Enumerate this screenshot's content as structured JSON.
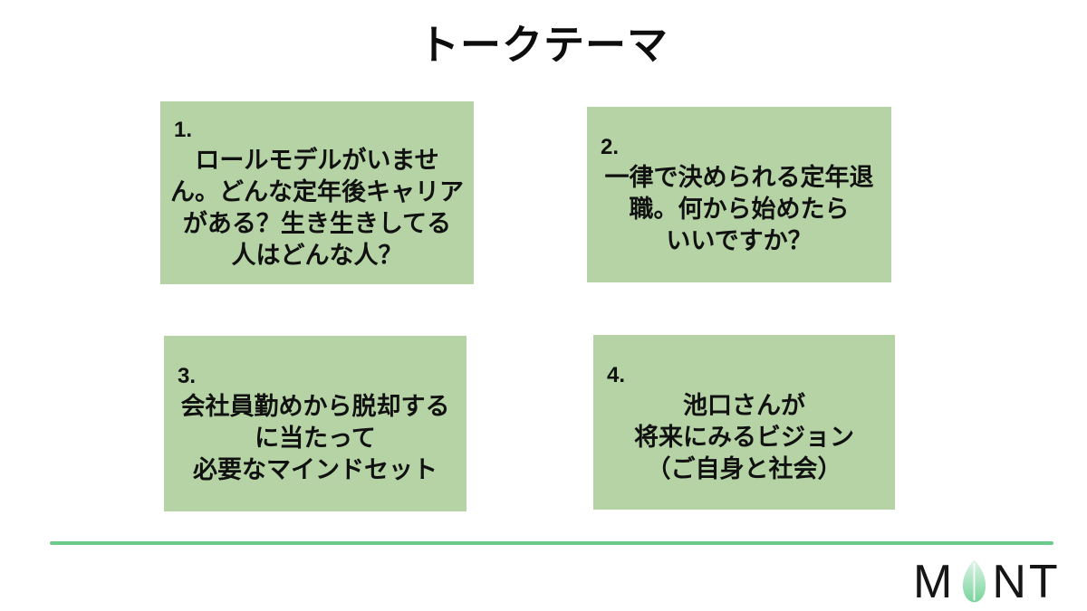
{
  "title": "トークテーマ",
  "boxes": [
    {
      "number": "1.",
      "lines": [
        "ロールモデルがいませ",
        "ん。どんな定年後キャリア",
        "がある？生き生きしてる",
        "人はどんな人？"
      ]
    },
    {
      "number": "2.",
      "lines": [
        "一律で決められる定年退",
        "職。何から始めたら",
        "いいですか？"
      ]
    },
    {
      "number": "3.",
      "lines": [
        "会社員勤めから脱却する",
        "に当たって",
        "必要なマインドセット"
      ]
    },
    {
      "number": "4.",
      "lines": [
        "池口さんが",
        "将来にみるビジョン",
        "（ご自身と社会）"
      ]
    }
  ],
  "logo": {
    "m": "M",
    "nt": "NT",
    "leaf": "leaf-icon"
  },
  "colors": {
    "box_bg": "#b5d3a5",
    "divider": "#6cc98c",
    "leaf_top": "#ddf4e6",
    "leaf_bottom": "#79d49c",
    "title_text": "#0d0d0d",
    "body_text": "#111111",
    "logo_text": "#161616"
  }
}
